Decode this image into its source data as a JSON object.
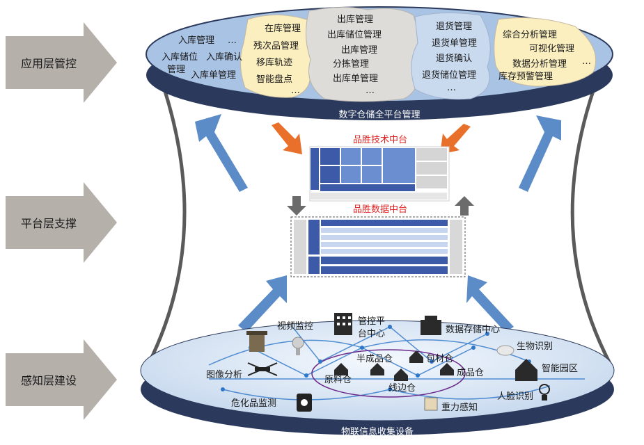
{
  "layers": {
    "app": "应用层管控",
    "platform": "平台层支撑",
    "sensing": "感知层建设"
  },
  "top_disk": {
    "band_label": "数字仓储全平台管理",
    "inbound": [
      "入库管理",
      "…",
      "入库储位",
      "管理",
      "入库确认",
      "入库单管理"
    ],
    "instock": [
      "在库管理",
      "残次品管理",
      "移库轨迹",
      "智能盘点",
      "…"
    ],
    "outbound": [
      "出库管理",
      "出库储位管理",
      "出库管理",
      "分拣管理",
      "出库单管理",
      "…"
    ],
    "returns": [
      "退货管理",
      "退货单管理",
      "退货确认",
      "退货储位管理",
      "…"
    ],
    "analysis": [
      "综合分析管理",
      "可视化管理",
      "数据分析管理",
      "…",
      "库存预警管理"
    ]
  },
  "middle": {
    "tech_title": "品胜技术中台",
    "data_title": "品胜数据中台"
  },
  "bottom_disk": {
    "band_label": "物联信息收集设备",
    "devices": {
      "video": "视频监控",
      "control": "管控平台中心",
      "control_l1": "管控平",
      "control_l2": "台中心",
      "datacenter": "数据存储中心",
      "image": "图像分析",
      "hazard": "危化品监测",
      "biometric": "生物识别",
      "park": "智能园区",
      "face": "人脸识别",
      "weight": "重力感知"
    },
    "warehouses": {
      "semi": "半成品仓",
      "pack": "包材仓",
      "raw": "原料仓",
      "line": "线边仓",
      "finished": "成品仓"
    }
  },
  "colors": {
    "arrow_gray": "#b0aaa5",
    "disk_dark": "#2b3a5c",
    "disk_top": "#a9c3e4",
    "blue_arrow": "#5b8cc7",
    "orange_arrow": "#e8702a",
    "title_red": "#e02020",
    "panel_blue": "#3d5aa8"
  }
}
